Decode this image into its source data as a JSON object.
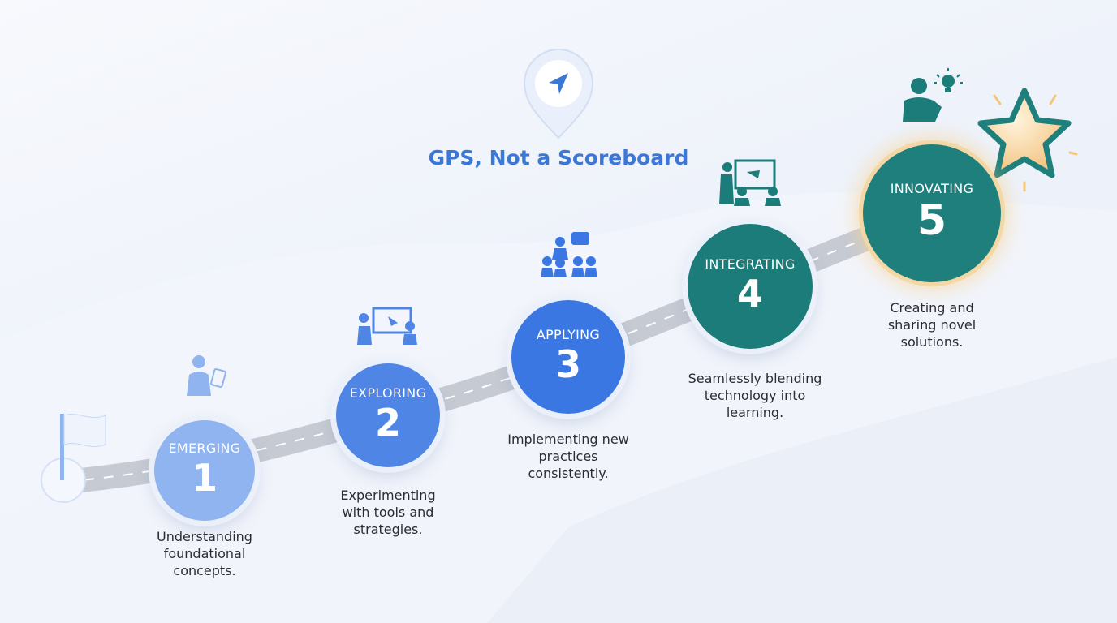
{
  "title": "GPS, Not a Scoreboard",
  "stages": [
    {
      "label": "EMERGING",
      "number": "1",
      "description": "Understanding foundational concepts.",
      "color": "#8fb4f0",
      "icon": "person-with-tablet-icon"
    },
    {
      "label": "EXPLORING",
      "number": "2",
      "description": "Experimenting with tools and strategies.",
      "color": "#4f86e6",
      "icon": "presentation-board-icon"
    },
    {
      "label": "APPLYING",
      "number": "3",
      "description": "Implementing new practices consistently.",
      "color": "#3a77e2",
      "icon": "group-discussion-icon"
    },
    {
      "label": "INTEGRATING",
      "number": "4",
      "description": "Seamlessly blending technology into learning.",
      "color": "#1b7c79",
      "icon": "classroom-teacher-icon"
    },
    {
      "label": "INNOVATING",
      "number": "5",
      "description": "Creating and sharing novel solutions.",
      "color": "#1e7f7c",
      "icon": "person-lightbulb-icon"
    }
  ],
  "colors": {
    "title": "#3b78d6",
    "road": "#c9cdd6",
    "star": "#f6d39a"
  }
}
